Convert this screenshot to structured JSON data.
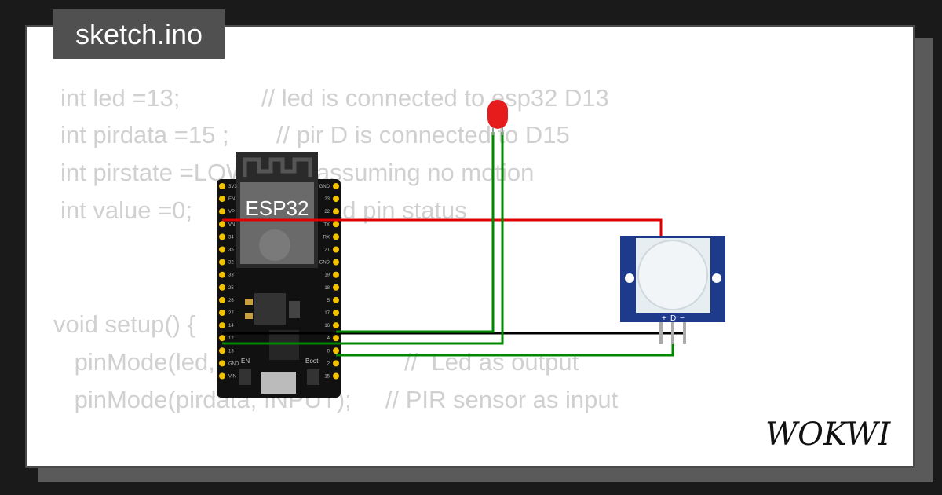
{
  "tab": {
    "title": "sketch.ino"
  },
  "code": {
    "lines": [
      "int led =13;            // led is connected to esp32 D13",
      "int pirdata =15 ;       // pir D is connected to D15",
      "int pirstate =LOW;      // assuming no motion",
      "int value =0;              // read pin status",
      "void setup() {",
      " pinMode(led, OUTPUT);          //  Led as output",
      " pinMode(pirdata, INPUT);     // PIR sensor as input"
    ]
  },
  "board": {
    "label": "ESP32",
    "en_label": "EN",
    "boot_label": "Boot",
    "left_pins": [
      "3V3",
      "EN",
      "VP",
      "VN",
      "34",
      "35",
      "32",
      "33",
      "25",
      "26",
      "27",
      "14",
      "12",
      "13",
      "GND",
      "VIN"
    ],
    "right_pins": [
      "GND",
      "23",
      "22",
      "TX",
      "RX",
      "21",
      "GND",
      "19",
      "18",
      "5",
      "17",
      "16",
      "4",
      "0",
      "2",
      "15"
    ]
  },
  "pir": {
    "pin_labels": [
      "+",
      "D",
      "−"
    ]
  },
  "brand": {
    "logo_text": "WOKWI"
  },
  "wire_colors": {
    "red": "#e00000",
    "green": "#008800",
    "black": "#000000"
  }
}
